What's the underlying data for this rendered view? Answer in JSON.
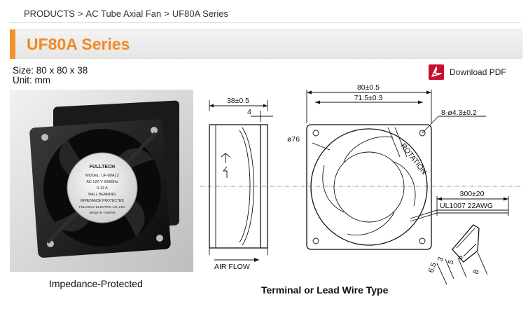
{
  "breadcrumb": {
    "items": [
      "PRODUCTS",
      "AC Tube Axial Fan",
      "UF80A Series"
    ],
    "separator": ">"
  },
  "page": {
    "title": "UF80A Series",
    "accent_color": "#f2922b",
    "title_color": "#f08a24"
  },
  "specs": {
    "size": "Size: 80 x 80 x 38",
    "unit": "Unit: mm"
  },
  "download": {
    "label": "Download PDF",
    "icon": "pdf-icon"
  },
  "product_photo": {
    "caption": "Impedance-Protected",
    "label_lines": [
      "FULLTECH",
      "MODEL: UF-80A12",
      "AC 120 V 50/60Hz",
      "0.13 A",
      "BALL BEARING",
      "IMPEDANCE PROTECTED",
      "FULLTECH ELECTRIC CO.,LTD.",
      "MADE IN TAIWAN"
    ]
  },
  "drawing": {
    "caption": "Terminal or Lead Wire Type",
    "dims": {
      "depth": "38±0.5",
      "flange": "4",
      "width": "80±0.5",
      "hole_spacing": "71.5±0.3",
      "holes": "8-ø4.3±0.2",
      "diameter": "ø76",
      "lead_length": "300±20",
      "wire": "UL1007 22AWG",
      "rotation": "ROTATION",
      "airflow": "AIR FLOW",
      "term_a": "6.5",
      "term_b": "3",
      "term_c": "5",
      "term_d": "8"
    }
  }
}
